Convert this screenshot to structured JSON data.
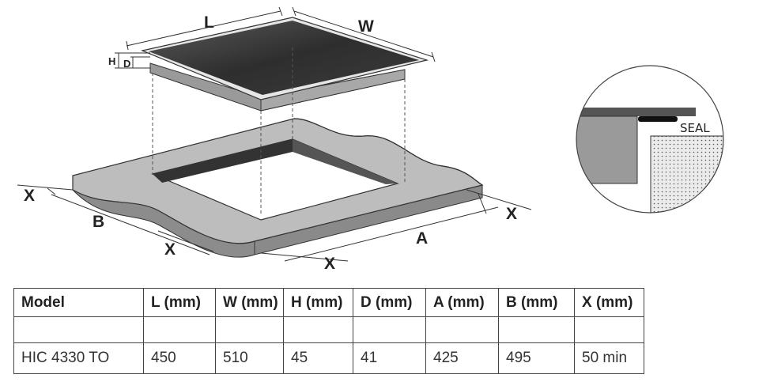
{
  "diagram": {
    "labels": {
      "L": "L",
      "W": "W",
      "H": "H",
      "D": "D",
      "X": "X",
      "A": "A",
      "B": "B"
    },
    "detail_label": "SEAL"
  },
  "table": {
    "headers": [
      "Model",
      "L (mm)",
      "W (mm)",
      "H (mm)",
      "D (mm)",
      "A (mm)",
      "B (mm)",
      "X (mm)"
    ],
    "rows": [
      [
        "HIC 4330 TO",
        "450",
        "510",
        "45",
        "41",
        "425",
        "495",
        "50 min"
      ]
    ]
  }
}
